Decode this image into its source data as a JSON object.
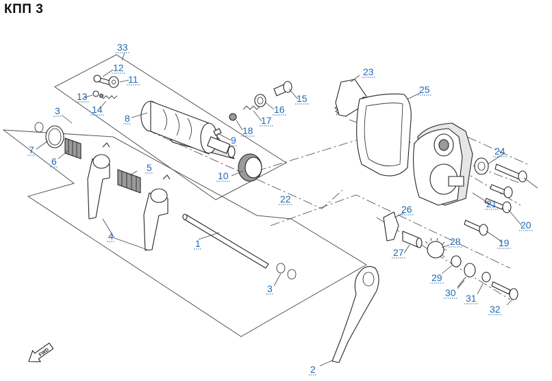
{
  "title": "КПП 3",
  "fwd_label": "FWD",
  "callouts": [
    {
      "key": "c1",
      "text": "1"
    },
    {
      "key": "c2",
      "text": "2"
    },
    {
      "key": "c3a",
      "text": "3"
    },
    {
      "key": "c3b",
      "text": "3"
    },
    {
      "key": "c4",
      "text": "4"
    },
    {
      "key": "c5",
      "text": "5"
    },
    {
      "key": "c6",
      "text": "6"
    },
    {
      "key": "c7",
      "text": "7"
    },
    {
      "key": "c8",
      "text": "8"
    },
    {
      "key": "c9",
      "text": "9"
    },
    {
      "key": "c10",
      "text": "10"
    },
    {
      "key": "c11",
      "text": "11"
    },
    {
      "key": "c12",
      "text": "12"
    },
    {
      "key": "c13",
      "text": "13"
    },
    {
      "key": "c14",
      "text": "14"
    },
    {
      "key": "c15",
      "text": "15"
    },
    {
      "key": "c16",
      "text": "16"
    },
    {
      "key": "c17",
      "text": "17"
    },
    {
      "key": "c18",
      "text": "18"
    },
    {
      "key": "c19",
      "text": "19"
    },
    {
      "key": "c20",
      "text": "20"
    },
    {
      "key": "c21",
      "text": "21"
    },
    {
      "key": "c22",
      "text": "22"
    },
    {
      "key": "c23",
      "text": "23"
    },
    {
      "key": "c24",
      "text": "24"
    },
    {
      "key": "c25",
      "text": "25"
    },
    {
      "key": "c26",
      "text": "26"
    },
    {
      "key": "c27",
      "text": "27"
    },
    {
      "key": "c28",
      "text": "28"
    },
    {
      "key": "c29",
      "text": "29"
    },
    {
      "key": "c30",
      "text": "30"
    },
    {
      "key": "c31",
      "text": "31"
    },
    {
      "key": "c32",
      "text": "32"
    },
    {
      "key": "c33",
      "text": "33"
    }
  ],
  "colors": {
    "callout": "#2368b3",
    "line": "#222222"
  }
}
